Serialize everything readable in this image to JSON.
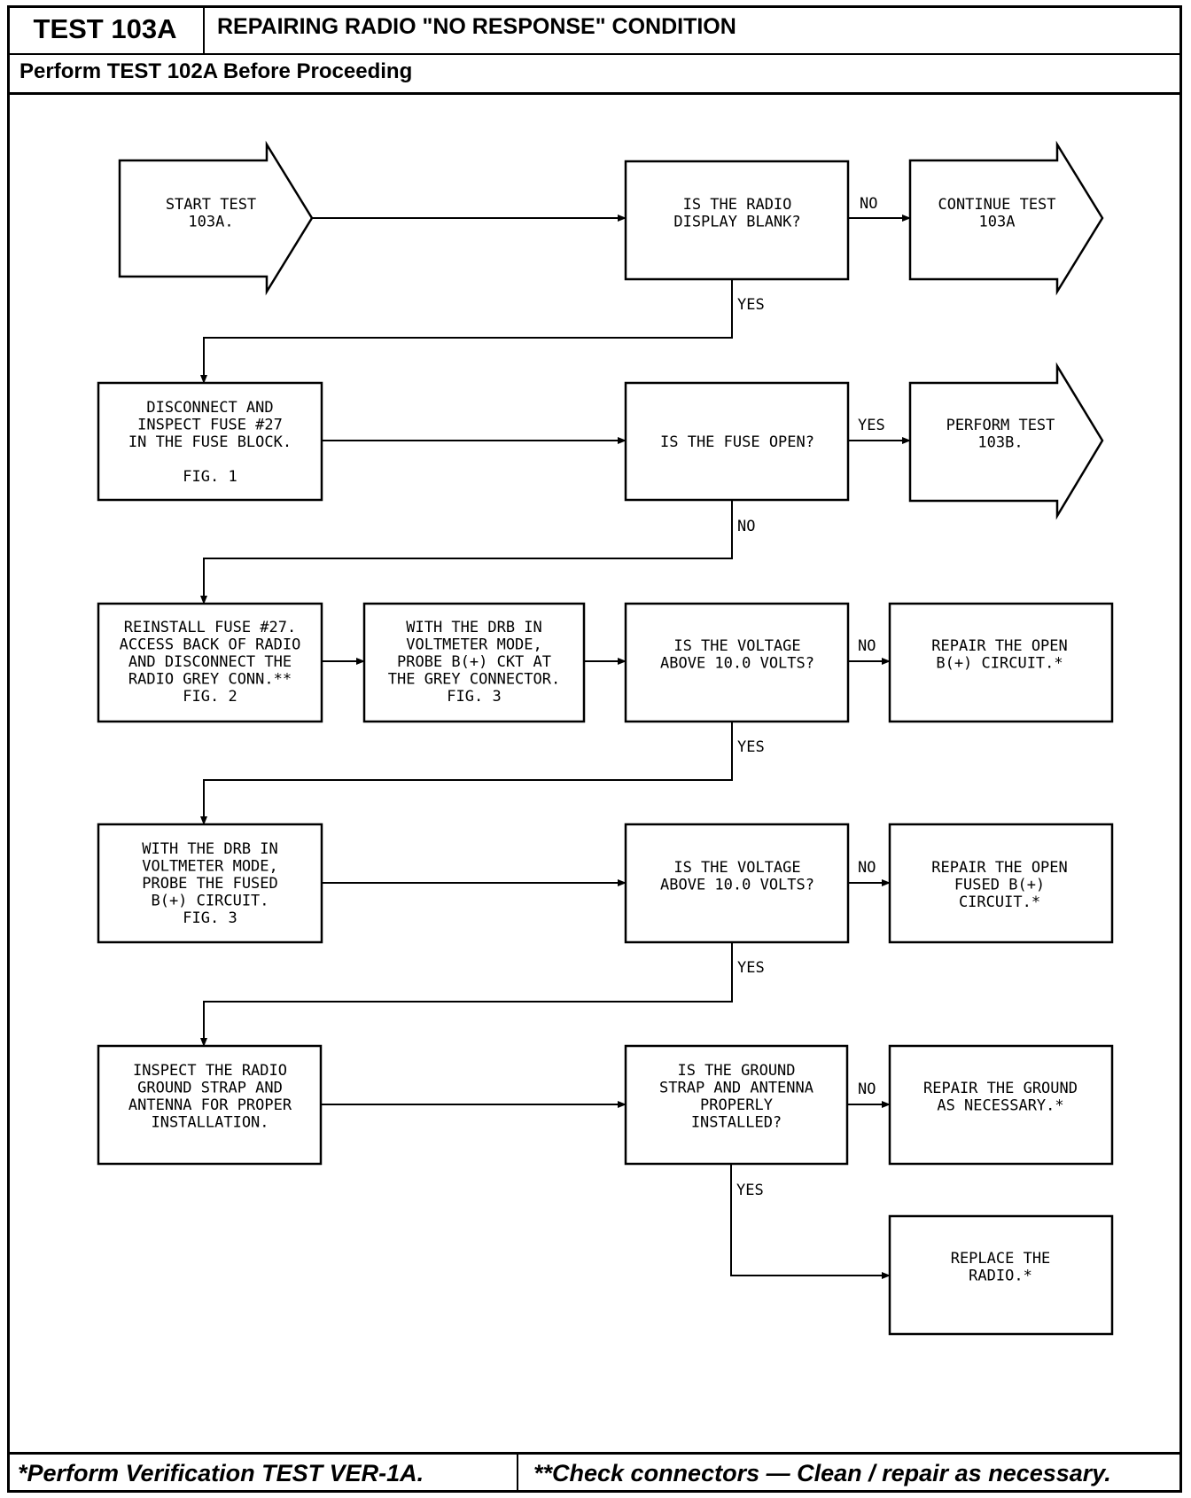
{
  "header": {
    "test_id": "TEST 103A",
    "title": "REPAIRING RADIO \"NO RESPONSE\" CONDITION",
    "subtitle": "Perform TEST 102A Before Proceeding"
  },
  "footer": {
    "left_note": "*Perform Verification TEST VER-1A.",
    "right_note": "**Check connectors — Clean / repair as necessary."
  },
  "nodes": {
    "start": [
      "START TEST",
      "103A."
    ],
    "q_display": [
      "IS THE RADIO",
      "DISPLAY BLANK?"
    ],
    "continue": [
      "CONTINUE TEST",
      "103A"
    ],
    "inspect_fuse": [
      "DISCONNECT AND",
      "INSPECT FUSE #27",
      "IN THE FUSE BLOCK.",
      "",
      "FIG. 1"
    ],
    "q_fuse": [
      "IS THE FUSE OPEN?"
    ],
    "perform_103b": [
      "PERFORM TEST",
      "103B."
    ],
    "reinstall": [
      "REINSTALL FUSE #27.",
      "ACCESS BACK OF RADIO",
      "AND DISCONNECT THE",
      "RADIO GREY CONN.**",
      "FIG. 2"
    ],
    "probe_grey": [
      "WITH THE DRB IN",
      "VOLTMETER MODE,",
      "PROBE B(+) CKT AT",
      "THE GREY CONNECTOR.",
      "FIG. 3"
    ],
    "q_voltage1": [
      "IS THE VOLTAGE",
      "ABOVE 10.0 VOLTS?"
    ],
    "repair_b": [
      "REPAIR THE OPEN",
      "B(+) CIRCUIT.*"
    ],
    "probe_fused": [
      "WITH THE DRB IN",
      "VOLTMETER MODE,",
      "PROBE THE FUSED",
      "B(+) CIRCUIT.",
      "FIG. 3"
    ],
    "q_voltage2": [
      "IS THE VOLTAGE",
      "ABOVE 10.0 VOLTS?"
    ],
    "repair_fused": [
      "REPAIR THE OPEN",
      "FUSED B(+)",
      "CIRCUIT.*"
    ],
    "inspect_ground": [
      "INSPECT THE RADIO",
      "GROUND STRAP AND",
      "ANTENNA FOR PROPER",
      "INSTALLATION."
    ],
    "q_ground": [
      "IS THE GROUND",
      "STRAP AND ANTENNA",
      "PROPERLY",
      "INSTALLED?"
    ],
    "repair_ground": [
      "REPAIR THE GROUND",
      "AS NECESSARY.*"
    ],
    "replace_radio": [
      "REPLACE THE",
      "RADIO.*"
    ]
  },
  "labels": {
    "yes": "YES",
    "no": "NO"
  }
}
